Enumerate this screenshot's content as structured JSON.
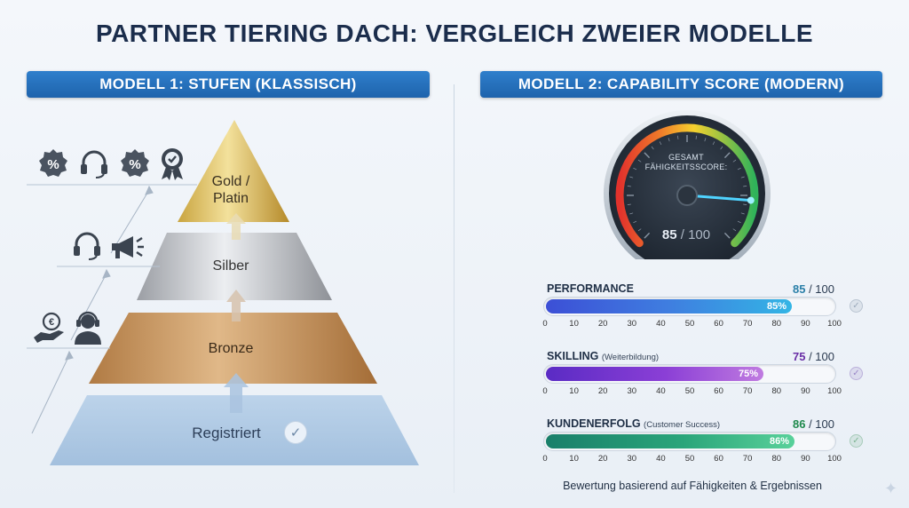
{
  "title": "PARTNER TIERING DACH: VERGLEICH ZWEIER MODELLE",
  "model1": {
    "header": "MODELL 1: STUFEN (KLASSISCH)",
    "tiers": [
      {
        "label": "Gold / Platin",
        "line1": "Gold /",
        "line2": "Platin"
      },
      {
        "label": "Silber"
      },
      {
        "label": "Bronze"
      },
      {
        "label": "Registriert"
      }
    ],
    "icons_gold": [
      "discount-icon",
      "headset-icon",
      "discount-icon",
      "award-ribbon-icon"
    ],
    "icons_silver": [
      "headset-icon",
      "megaphone-icon"
    ],
    "icons_bronze": [
      "money-hand-icon",
      "support-agent-icon"
    ],
    "registered_badge": "✓"
  },
  "model2": {
    "header": "MODELL 2: CAPABILITY SCORE (MODERN)",
    "gauge": {
      "title_line1": "GESAMT",
      "title_line2": "FÄHIGKEITSSCORE:",
      "score": "85",
      "denominator": "/ 100",
      "value": 85
    },
    "metrics": [
      {
        "name": "PERFORMANCE",
        "sub": "",
        "score": "85",
        "denominator": "/ 100",
        "percent_label": "85%",
        "value": 85,
        "score_color": "#2a7fa8",
        "check_color": "#9aa9ba"
      },
      {
        "name": "SKILLING",
        "sub": "(Weiterbildung)",
        "score": "75",
        "denominator": "/ 100",
        "percent_label": "75%",
        "value": 75,
        "score_color": "#6a2fa6",
        "check_color": "#9b88c8"
      },
      {
        "name": "KUNDENERFOLG",
        "sub": "(Customer Success)",
        "score": "86",
        "denominator": "/ 100",
        "percent_label": "86%",
        "value": 86,
        "score_color": "#1f8a4d",
        "check_color": "#7fb595"
      }
    ],
    "ticks": [
      "0",
      "10",
      "20",
      "30",
      "40",
      "50",
      "60",
      "70",
      "80",
      "90",
      "100"
    ],
    "footnote": "Bewertung basierend auf Fähigkeiten & Ergebnissen"
  }
}
